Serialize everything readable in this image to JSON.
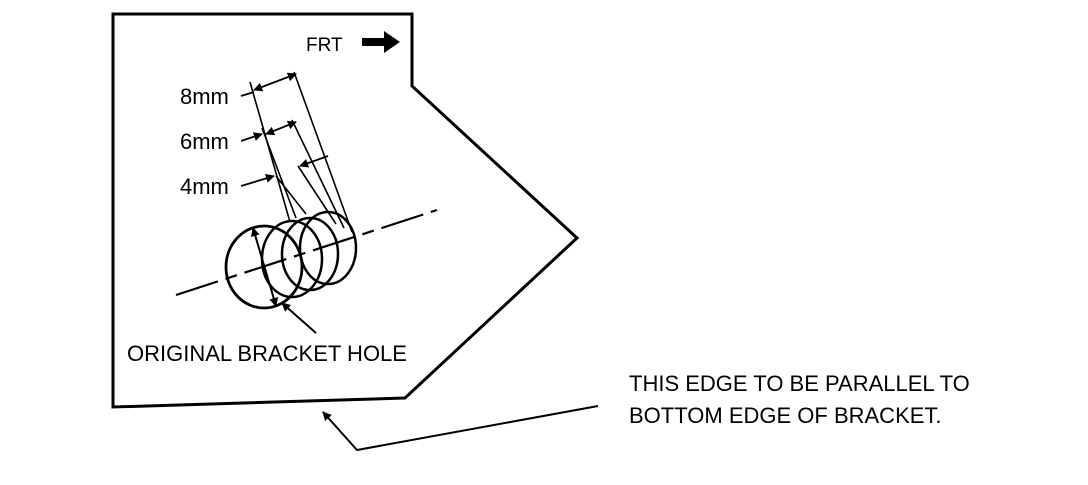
{
  "labels": {
    "frt": "FRT",
    "dim_8": "8mm",
    "dim_6": "6mm",
    "dim_4": "4mm",
    "original_hole": "ORIGINAL BRACKET HOLE",
    "note_line1": "THIS EDGE TO BE PARALLEL TO",
    "note_line2": "BOTTOM EDGE OF BRACKET."
  },
  "colors": {
    "ink": "#000000",
    "paper": "#ffffff"
  }
}
